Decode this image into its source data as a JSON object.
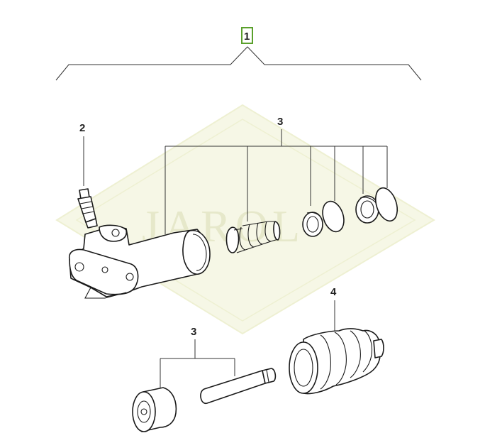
{
  "diagram": {
    "callouts": {
      "assembly": "1",
      "bleeder_screw": "2",
      "repair_kit_top": "3",
      "repair_kit_bottom": "3",
      "boot": "4"
    },
    "highlight_color": "#5aa02c",
    "watermark": {
      "text": "JAROL",
      "color": "#d9dcb4"
    }
  }
}
